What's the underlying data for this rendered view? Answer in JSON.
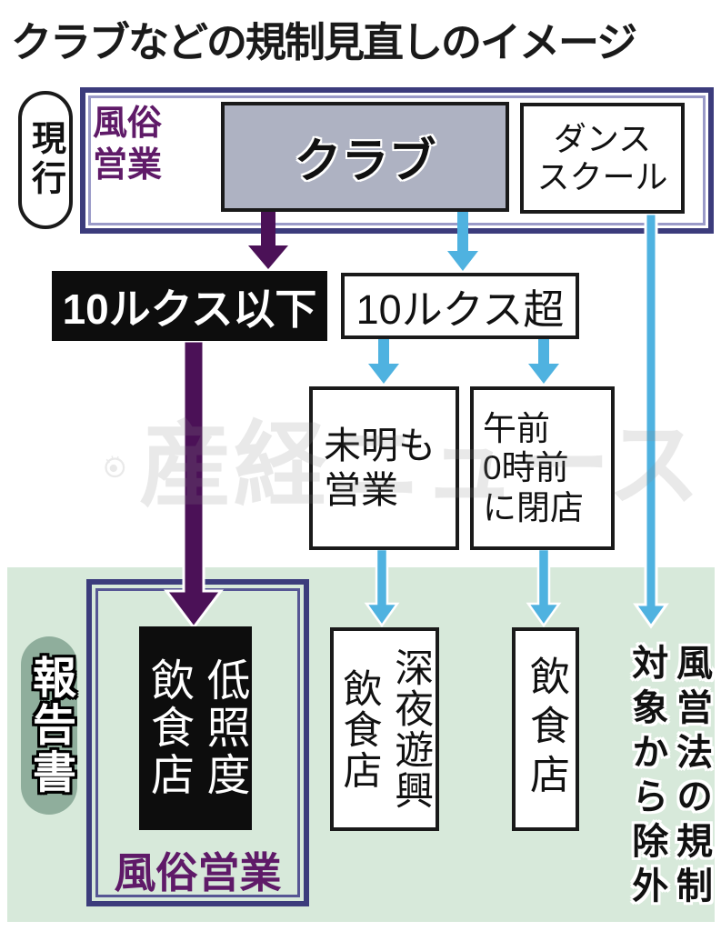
{
  "title": "クラブなどの規制見直しのイメージ",
  "current_section": {
    "tag_label": "現行",
    "fuzoku_label": "風俗\n営業",
    "club_label": "クラブ",
    "dance_school_label": "ダンス\nスクール"
  },
  "lux_row": {
    "lux_below_label": "10ルクス以下",
    "lux_above_label": "10ルクス超"
  },
  "condition_boxes": {
    "open_predawn_label": "未明も\n営業",
    "close_before_midnight_label": "午前\n0時前\nに閉店"
  },
  "report_section": {
    "tag_label": "報告書",
    "low_light_restaurant_label": "低照度\n飲食店",
    "fuzoku_label": "風俗営業",
    "late_night_entertainment_label": "深夜遊興\n飲食店",
    "restaurant_label": "飲食店",
    "excluded_label": "風営法の規制\n対象から除外"
  },
  "watermark": {
    "text": "産経ニュース",
    "icon": "eye-icon"
  },
  "colors": {
    "outer_box_border": "#3c3c7c",
    "outer_box_inner_line": "#9a9ac8",
    "purple_arrow": "#4b1157",
    "blue_arrow": "#4fb2e0",
    "purple_text": "#5f1a68",
    "club_box_fill": "#aeb2c2",
    "green_panel": "#d7e9da",
    "report_tag_fill": "#8fae9c",
    "black_box_fill": "#0d0d0d"
  }
}
